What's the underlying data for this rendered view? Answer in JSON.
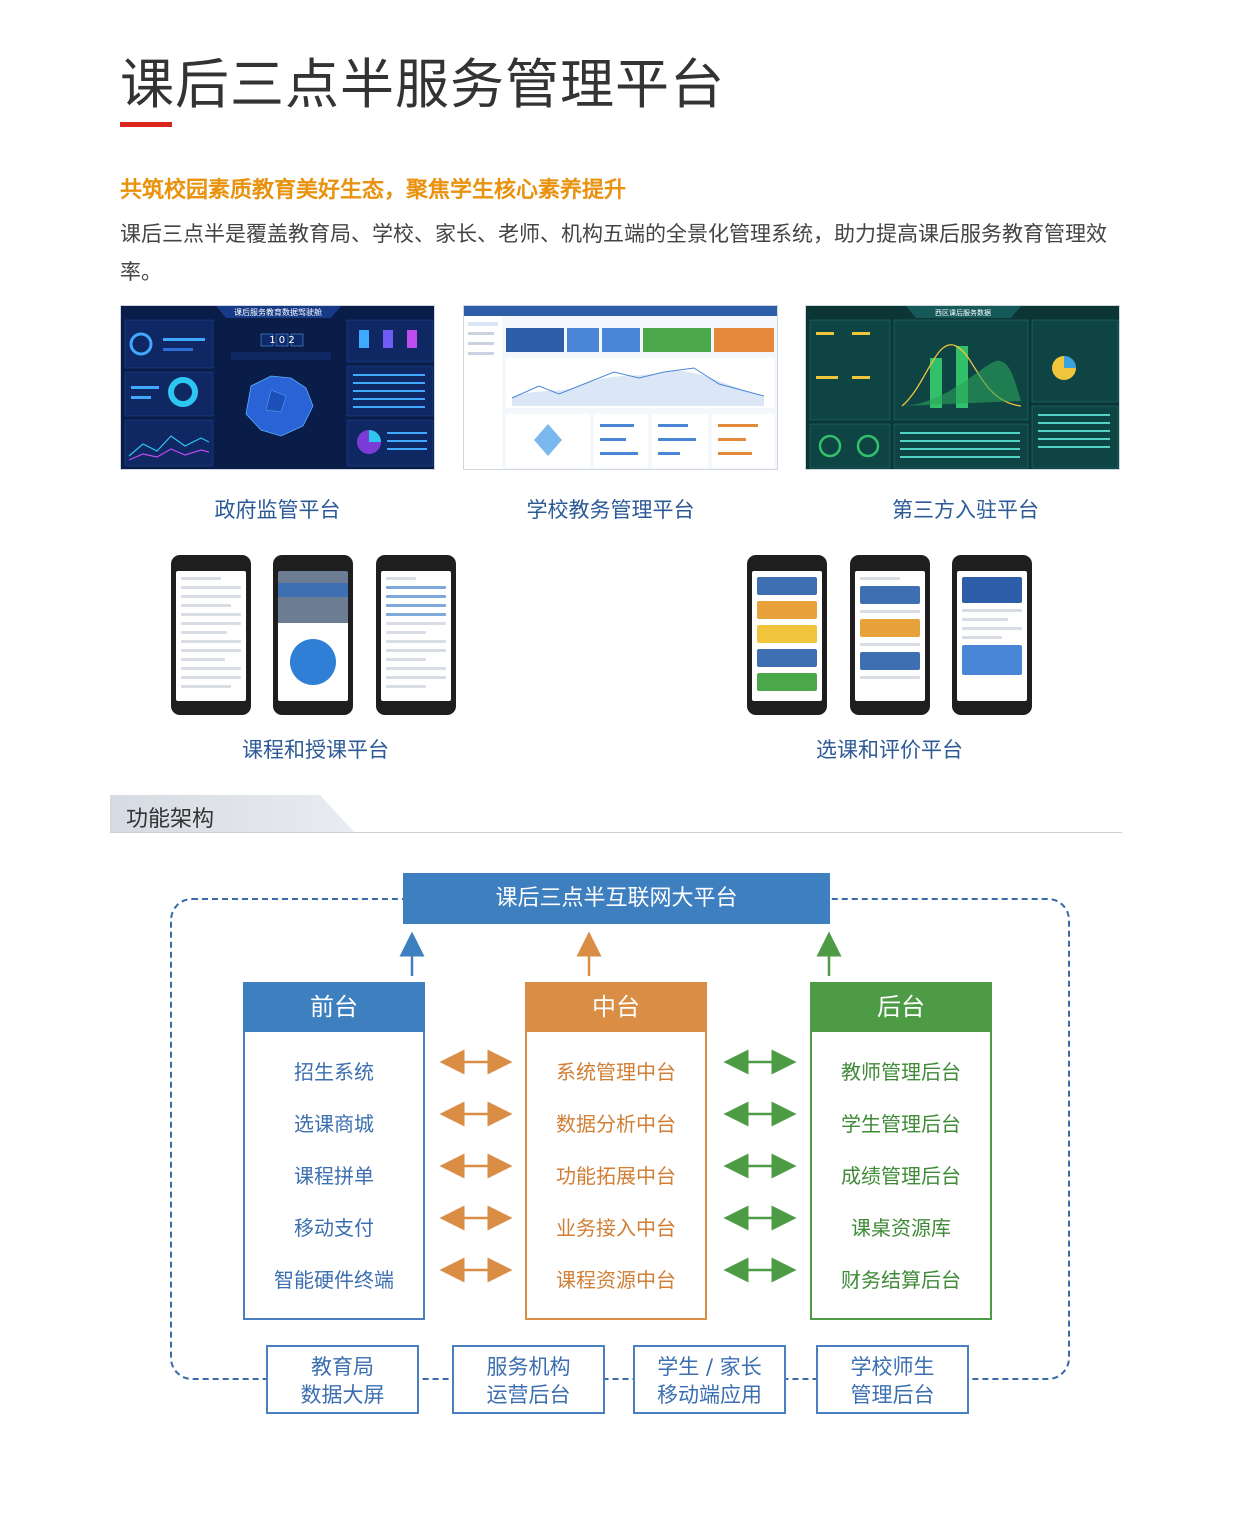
{
  "header": {
    "title": "课后三点半服务管理平台",
    "slogan": "共筑校园素质教育美好生态，聚焦学生核心素养提升",
    "description": "课后三点半是覆盖教育局、学校、家长、老师、机构五端的全景化管理系统，助力提高课后服务教育管理效率。"
  },
  "screenshots": [
    {
      "caption": "政府监管平台",
      "banner": "课后服务教育数据驾驶舱",
      "counter": "1 0 2"
    },
    {
      "caption": "学校教务管理平台"
    },
    {
      "caption": "第三方入驻平台",
      "banner": "西区课后服务数据"
    }
  ],
  "phone_groups": [
    {
      "caption": "课程和授课平台"
    },
    {
      "caption": "选课和评价平台"
    }
  ],
  "section": {
    "title": "功能架构"
  },
  "architecture": {
    "top_platform": "课后三点半互联网大平台",
    "columns": [
      {
        "header": "前台",
        "items": [
          "招生系统",
          "选课商城",
          "课程拼单",
          "移动支付",
          "智能硬件终端"
        ]
      },
      {
        "header": "中台",
        "items": [
          "系统管理中台",
          "数据分析中台",
          "功能拓展中台",
          "业务接入中台",
          "课程资源中台"
        ]
      },
      {
        "header": "后台",
        "items": [
          "教师管理后台",
          "学生管理后台",
          "成绩管理后台",
          "课桌资源库",
          "财务结算后台"
        ]
      }
    ],
    "bottom": [
      {
        "line1": "教育局",
        "line2": "数据大屏"
      },
      {
        "line1": "服务机构",
        "line2": "运营后台"
      },
      {
        "line1": "学生 / 家长",
        "line2": "移动端应用"
      },
      {
        "line1": "学校师生",
        "line2": "管理后台"
      }
    ]
  },
  "colors": {
    "accent_red": "#d9251c",
    "slogan_orange": "#e8920e",
    "front_blue": "#3e7fc0",
    "mid_orange": "#d98d45",
    "back_green": "#4e9b45"
  }
}
